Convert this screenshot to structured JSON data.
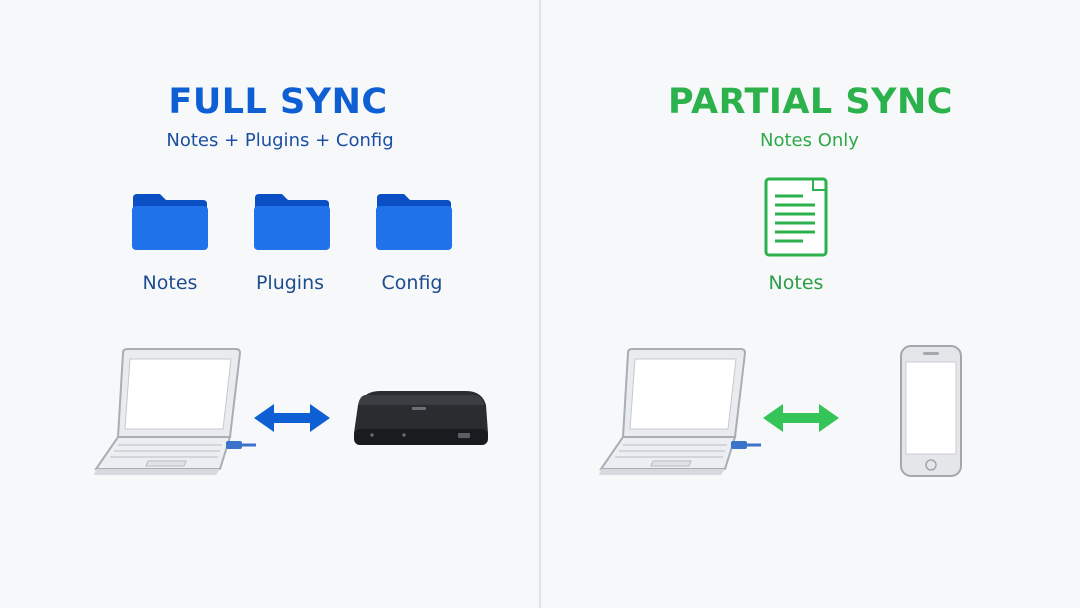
{
  "colors": {
    "blue": "#0d5fd3",
    "green": "#2bb24c",
    "background": "#f7f8f9"
  },
  "full_sync": {
    "title": "FULL SYNC",
    "subtitle": "Notes + Plugins + Config",
    "folders": [
      {
        "label": "Notes",
        "icon": "folder-icon"
      },
      {
        "label": "Plugins",
        "icon": "folder-icon"
      },
      {
        "label": "Config",
        "icon": "folder-icon"
      }
    ],
    "devices": [
      "laptop-icon",
      "bidirectional-arrow-icon",
      "hub-device-icon"
    ]
  },
  "partial_sync": {
    "title": "PARTIAL SYNC",
    "subtitle": "Notes Only",
    "document": {
      "label": "Notes",
      "icon": "document-icon"
    },
    "devices": [
      "laptop-icon",
      "bidirectional-arrow-icon",
      "smartphone-icon"
    ]
  }
}
